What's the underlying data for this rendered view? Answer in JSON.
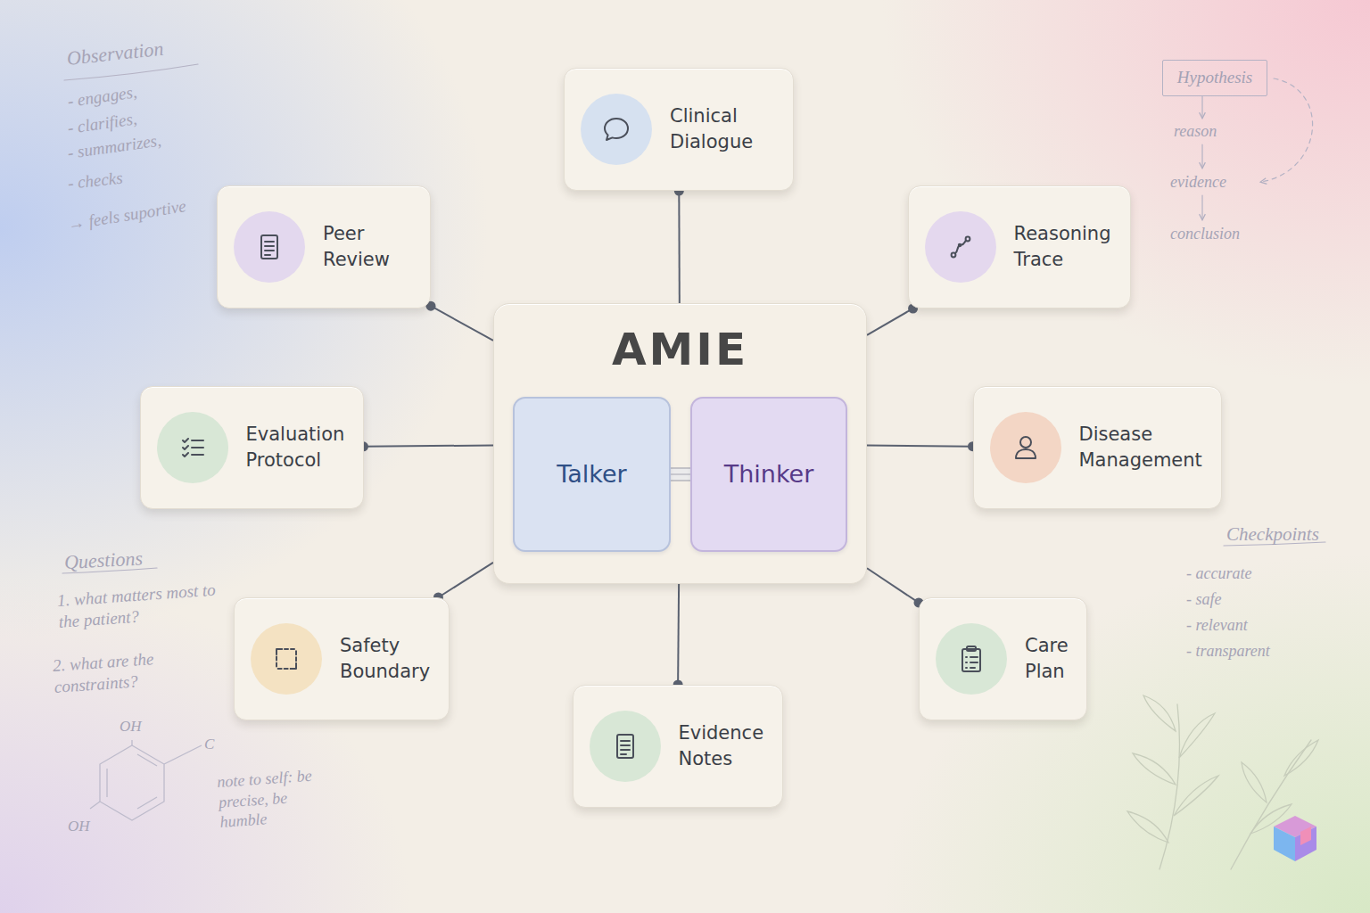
{
  "diagram": {
    "nodes": [
      {
        "text": [
          "Clinical Dialogue"
        ]
      },
      {
        "text": [
          "Hypothesis"
        ]
      },
      {
        "text": [
          "Peer Review"
        ]
      },
      {
        "text": [
          "Reasoning Trace"
        ]
      },
      {
        "text": [
          "Evaluation Protocol"
        ]
      },
      {
        "text": [
          "AMIE"
        ]
      },
      {
        "text": [
          "Talker"
        ],
        "in": 5
      },
      {
        "text": [
          "Thinker"
        ],
        "in": 5
      },
      {
        "text": [
          "Disease Management"
        ]
      },
      {
        "text": [
          "Safety Boundary"
        ]
      },
      {
        "text": [
          "Care Plan"
        ]
      },
      {
        "text": [
          "Evidence Notes"
        ]
      }
    ],
    "edges": [
      {
        "from": 5,
        "to": 0,
        "arrow": "none"
      },
      {
        "from": 5,
        "to": 2,
        "arrow": "none"
      },
      {
        "from": 5,
        "to": 3,
        "arrow": "none"
      },
      {
        "from": 5,
        "to": 4,
        "arrow": "none"
      },
      {
        "from": 5,
        "to": 8,
        "arrow": "none"
      },
      {
        "from": 5,
        "to": 9,
        "arrow": "none"
      },
      {
        "from": 5,
        "to": 10,
        "arrow": "none"
      },
      {
        "from": 5,
        "to": 11,
        "arrow": "none"
      },
      {
        "from": 6,
        "to": 7,
        "arrow": "none"
      }
    ],
    "labels": [
      "Observation",
      "- engages,",
      "- clarifies,",
      "- summarizes,",
      "- checks",
      "→ feels suportive",
      "reason",
      "evidence",
      "conclusion",
      "Questions",
      "1. what matters most to the patient?",
      "2. what are the constraints?",
      "OH",
      "C",
      "OH",
      "note to self: be precise, be humble",
      "Checkpoints",
      "- accurate",
      "- safe",
      "- relevant",
      "- transparent"
    ]
  }
}
